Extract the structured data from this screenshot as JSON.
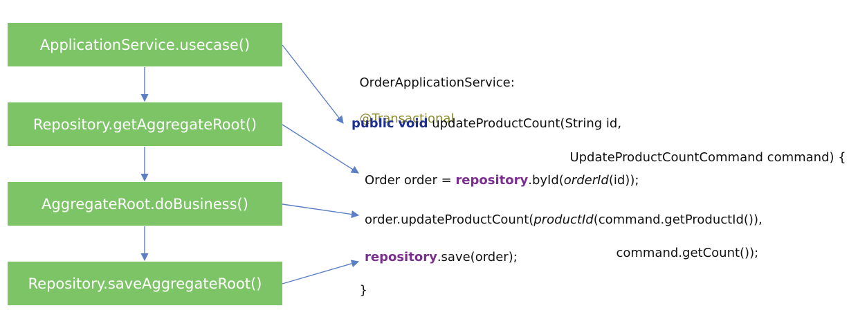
{
  "flow": {
    "steps": [
      "ApplicationService.usecase()",
      "Repository.getAggregateRoot()",
      "AggregateRoot.doBusiness()",
      "Repository.saveAggregateRoot()"
    ]
  },
  "code": {
    "class_label": "OrderApplicationService:",
    "annotation": "@Transactional",
    "kw_public": "public",
    "kw_void": "void",
    "method_sig_1": " updateProductCount(String id,",
    "method_sig_2": "UpdateProductCountCommand command) {",
    "load_prefix": "Order order = ",
    "load_repo": "repository",
    "load_call": ".byId(",
    "load_fn": "orderId",
    "load_end": "(id));",
    "update_prefix": "order.updateProductCount(",
    "update_fn": "productId",
    "update_mid": "(command.getProductId()),",
    "update_line2": "command.getCount());",
    "save_repo": "repository",
    "save_call": ".save(order);",
    "closing_brace": "}"
  },
  "colors": {
    "box_fill": "#7cc466",
    "arrow": "#5b7fc4",
    "keyword": "#1e2f8f",
    "repository": "#7a2e8e",
    "annotation": "#8a8a2e"
  }
}
